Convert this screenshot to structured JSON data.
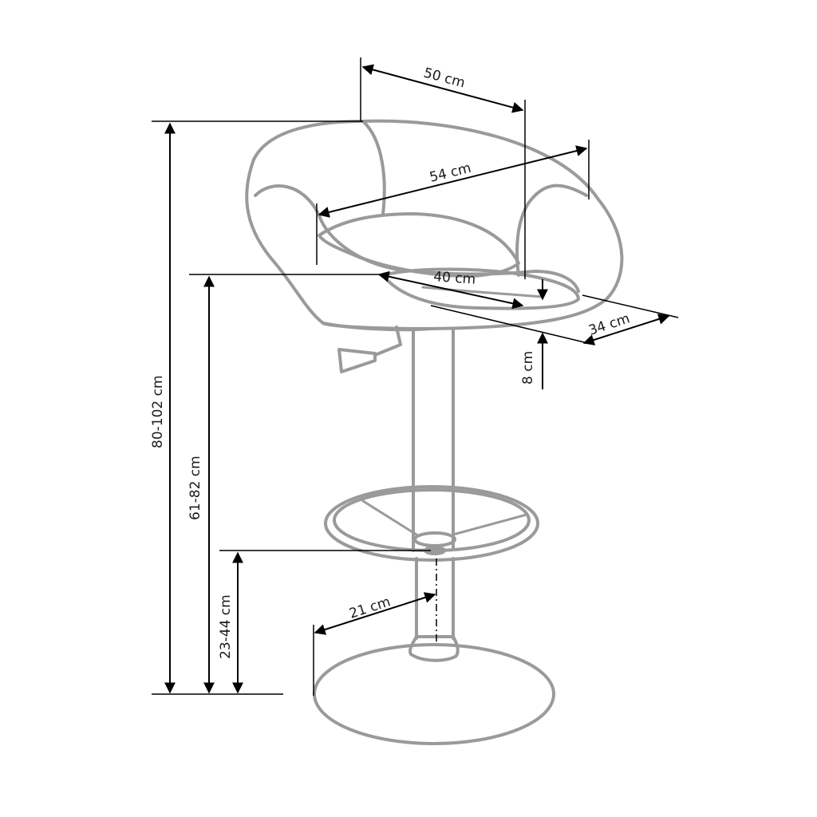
{
  "diagram": {
    "dimensions": {
      "seat_width": "50 cm",
      "overall_width": "54 cm",
      "seat_inner_width": "40 cm",
      "seat_depth": "34 cm",
      "seat_thickness": "8 cm",
      "total_height": "80-102 cm",
      "seat_height": "61-82 cm",
      "footrest_height": "23-44 cm",
      "base_radius": "21 cm"
    },
    "colors": {
      "product_outline": "#9a9a9a",
      "dimension_lines": "#000000"
    }
  }
}
